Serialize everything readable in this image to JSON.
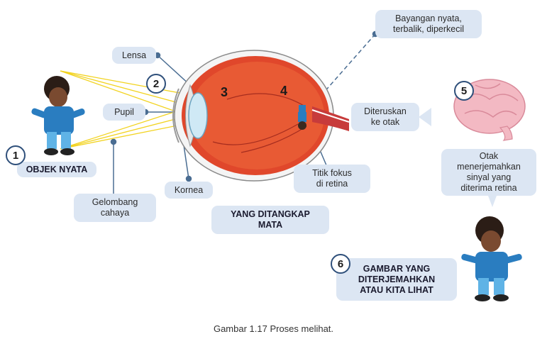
{
  "labels": {
    "lensa": "Lensa",
    "pupil": "Pupil",
    "kornea": "Kornea",
    "gelombang": "Gelombang\ncahaya",
    "bayangan": "Bayangan nyata,\nterbalik, diperkecil",
    "diteruskan": "Diteruskan\nke otak",
    "titik_fokus": "Titik fokus\ndi retina",
    "otak_menerjemahkan": "Otak\nmenerjemahkan\nsinyal yang\nditerima retina",
    "objek_nyata": "OBJEK NYATA",
    "yang_ditangkap": "YANG DITANGKAP\nMATA",
    "gambar_yang": "GAMBAR YANG\nDITERJEMAHKAN\nATAU KITA LIHAT"
  },
  "steps": [
    "1",
    "2",
    "3",
    "4",
    "5",
    "6"
  ],
  "caption": "Gambar 1.17 Proses melihat.",
  "colors": {
    "label_bg": "#dce6f3",
    "number_border": "#2e4f7a",
    "ray": "#f2d320",
    "eye_red": "#e0472b",
    "sclera": "#f4f4f4",
    "lens": "#cfe9f5",
    "brain": "#f3b9c3",
    "shirt": "#2a7dc0"
  },
  "icons": [
    "child-object-figure",
    "eye-cross-section",
    "brain-icon",
    "child-viewer-figure"
  ]
}
